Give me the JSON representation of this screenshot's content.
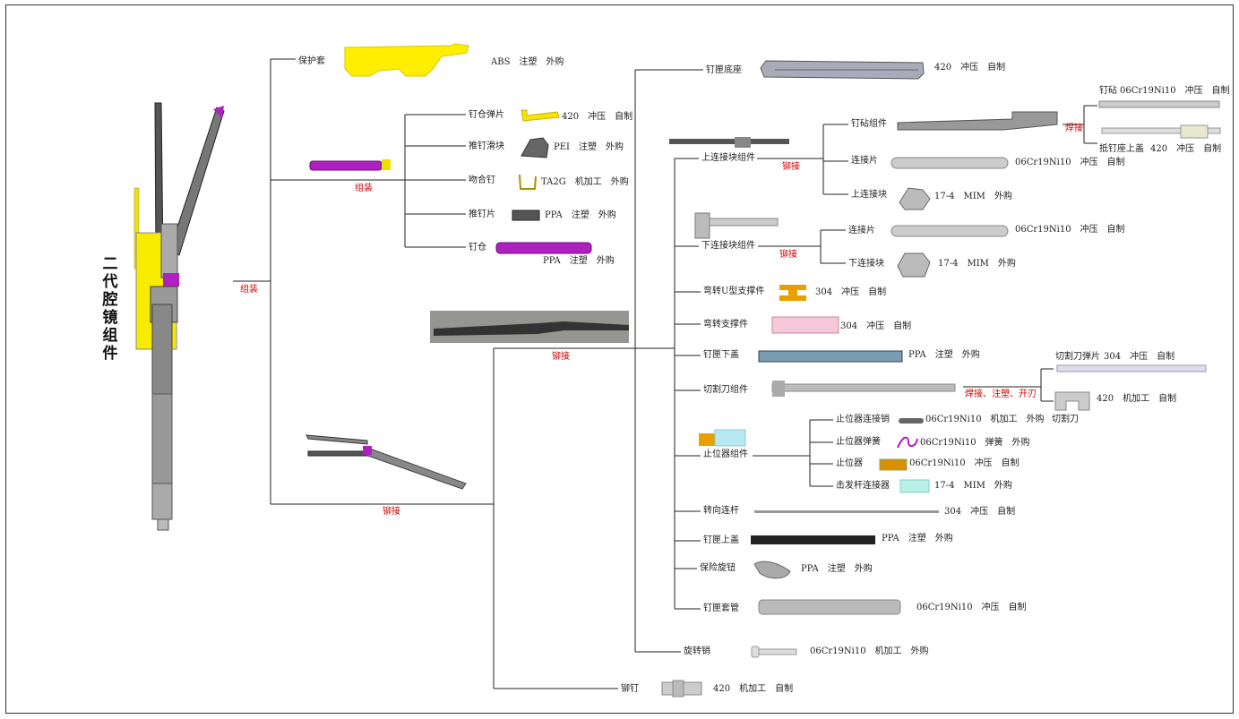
{
  "title": "二代腔镜组件",
  "joins": {
    "main": "组装",
    "cartridge": "组装",
    "lower": "铆接",
    "sub": "铆接",
    "upper_blk": "铆接",
    "lower_blk": "铆接",
    "anvil": "焊接",
    "cutter": "焊接、注塑、开刃"
  },
  "parts": {
    "cover": {
      "name": "保护套",
      "spec": "ABS　注塑　外购"
    },
    "spring_sheet": {
      "name": "钉仓弹片",
      "spec": "420　冲压　自制"
    },
    "push_slider": {
      "name": "推钉滑块",
      "spec": "PEI　注塑　外购"
    },
    "staple": {
      "name": "吻合钉",
      "spec": "TA2G　机加工　外购"
    },
    "push_sheet": {
      "name": "推钉片",
      "spec": "PPA　注塑　外购"
    },
    "cartridge": {
      "name": "钉仓",
      "spec": "PPA　注塑　外购"
    },
    "jaw_base": {
      "name": "钉匣底座",
      "spec": "420　冲压　自制"
    },
    "upper_block_asm": {
      "name": "上连接块组件"
    },
    "anvil_asm": {
      "name": "钉砧组件"
    },
    "anvil": {
      "name": "钉砧",
      "spec": "06Cr19Ni10　冲压　自制"
    },
    "anvil_cover": {
      "name": "抵钉座上盖",
      "spec": "420　冲压　自制"
    },
    "link1": {
      "name": "连接片",
      "spec": "06Cr19Ni10　冲压　自制"
    },
    "upper_block": {
      "name": "上连接块",
      "spec": "17-4　MIM　外购"
    },
    "lower_block_asm": {
      "name": "下连接块组件"
    },
    "link2": {
      "name": "连接片",
      "spec": "06Cr19Ni10　冲压　自制"
    },
    "lower_block": {
      "name": "下连接块",
      "spec": "17-4　MIM　外购"
    },
    "u_support": {
      "name": "弯转U型支撑件",
      "spec": "304　冲压　自制"
    },
    "bend_support": {
      "name": "弯转支撑件",
      "spec": "304　冲压　自制"
    },
    "lower_cover": {
      "name": "钉匣下盖",
      "spec": "PPA　注塑　外购"
    },
    "cutter_asm": {
      "name": "切割刀组件"
    },
    "cutter_spring": {
      "name": "切割刀弹片",
      "spec": "304　冲压　自制"
    },
    "cutter": {
      "name": "切割刀",
      "spec": "420　机加工　自制"
    },
    "stopper_asm": {
      "name": "止位器组件"
    },
    "stopper_pin": {
      "name": "止位器连接销",
      "spec": "06Cr19Ni10　机加工　外购"
    },
    "stopper_spring": {
      "name": "止位器弹簧",
      "spec": "06Cr19Ni10　弹簧　外购"
    },
    "stopper": {
      "name": "止位器",
      "spec": "06Cr19Ni10　冲压　自制"
    },
    "trigger_link": {
      "name": "击发杆连接器",
      "spec": "17-4　MIM　外购"
    },
    "turn_rod": {
      "name": "转向连杆",
      "spec": "304　冲压　自制"
    },
    "upper_cover": {
      "name": "钉匣上盖",
      "spec": "PPA　注塑　外购"
    },
    "safety_knob": {
      "name": "保险旋钮",
      "spec": "PPA　注塑　外购"
    },
    "sleeve": {
      "name": "钉匣套管",
      "spec": "06Cr19Ni10　冲压　自制"
    },
    "rot_pin": {
      "name": "旋转销",
      "spec": "06Cr19Ni10　机加工　外购"
    },
    "rivet": {
      "name": "铆钉",
      "spec": "420　机加工　自制"
    }
  }
}
